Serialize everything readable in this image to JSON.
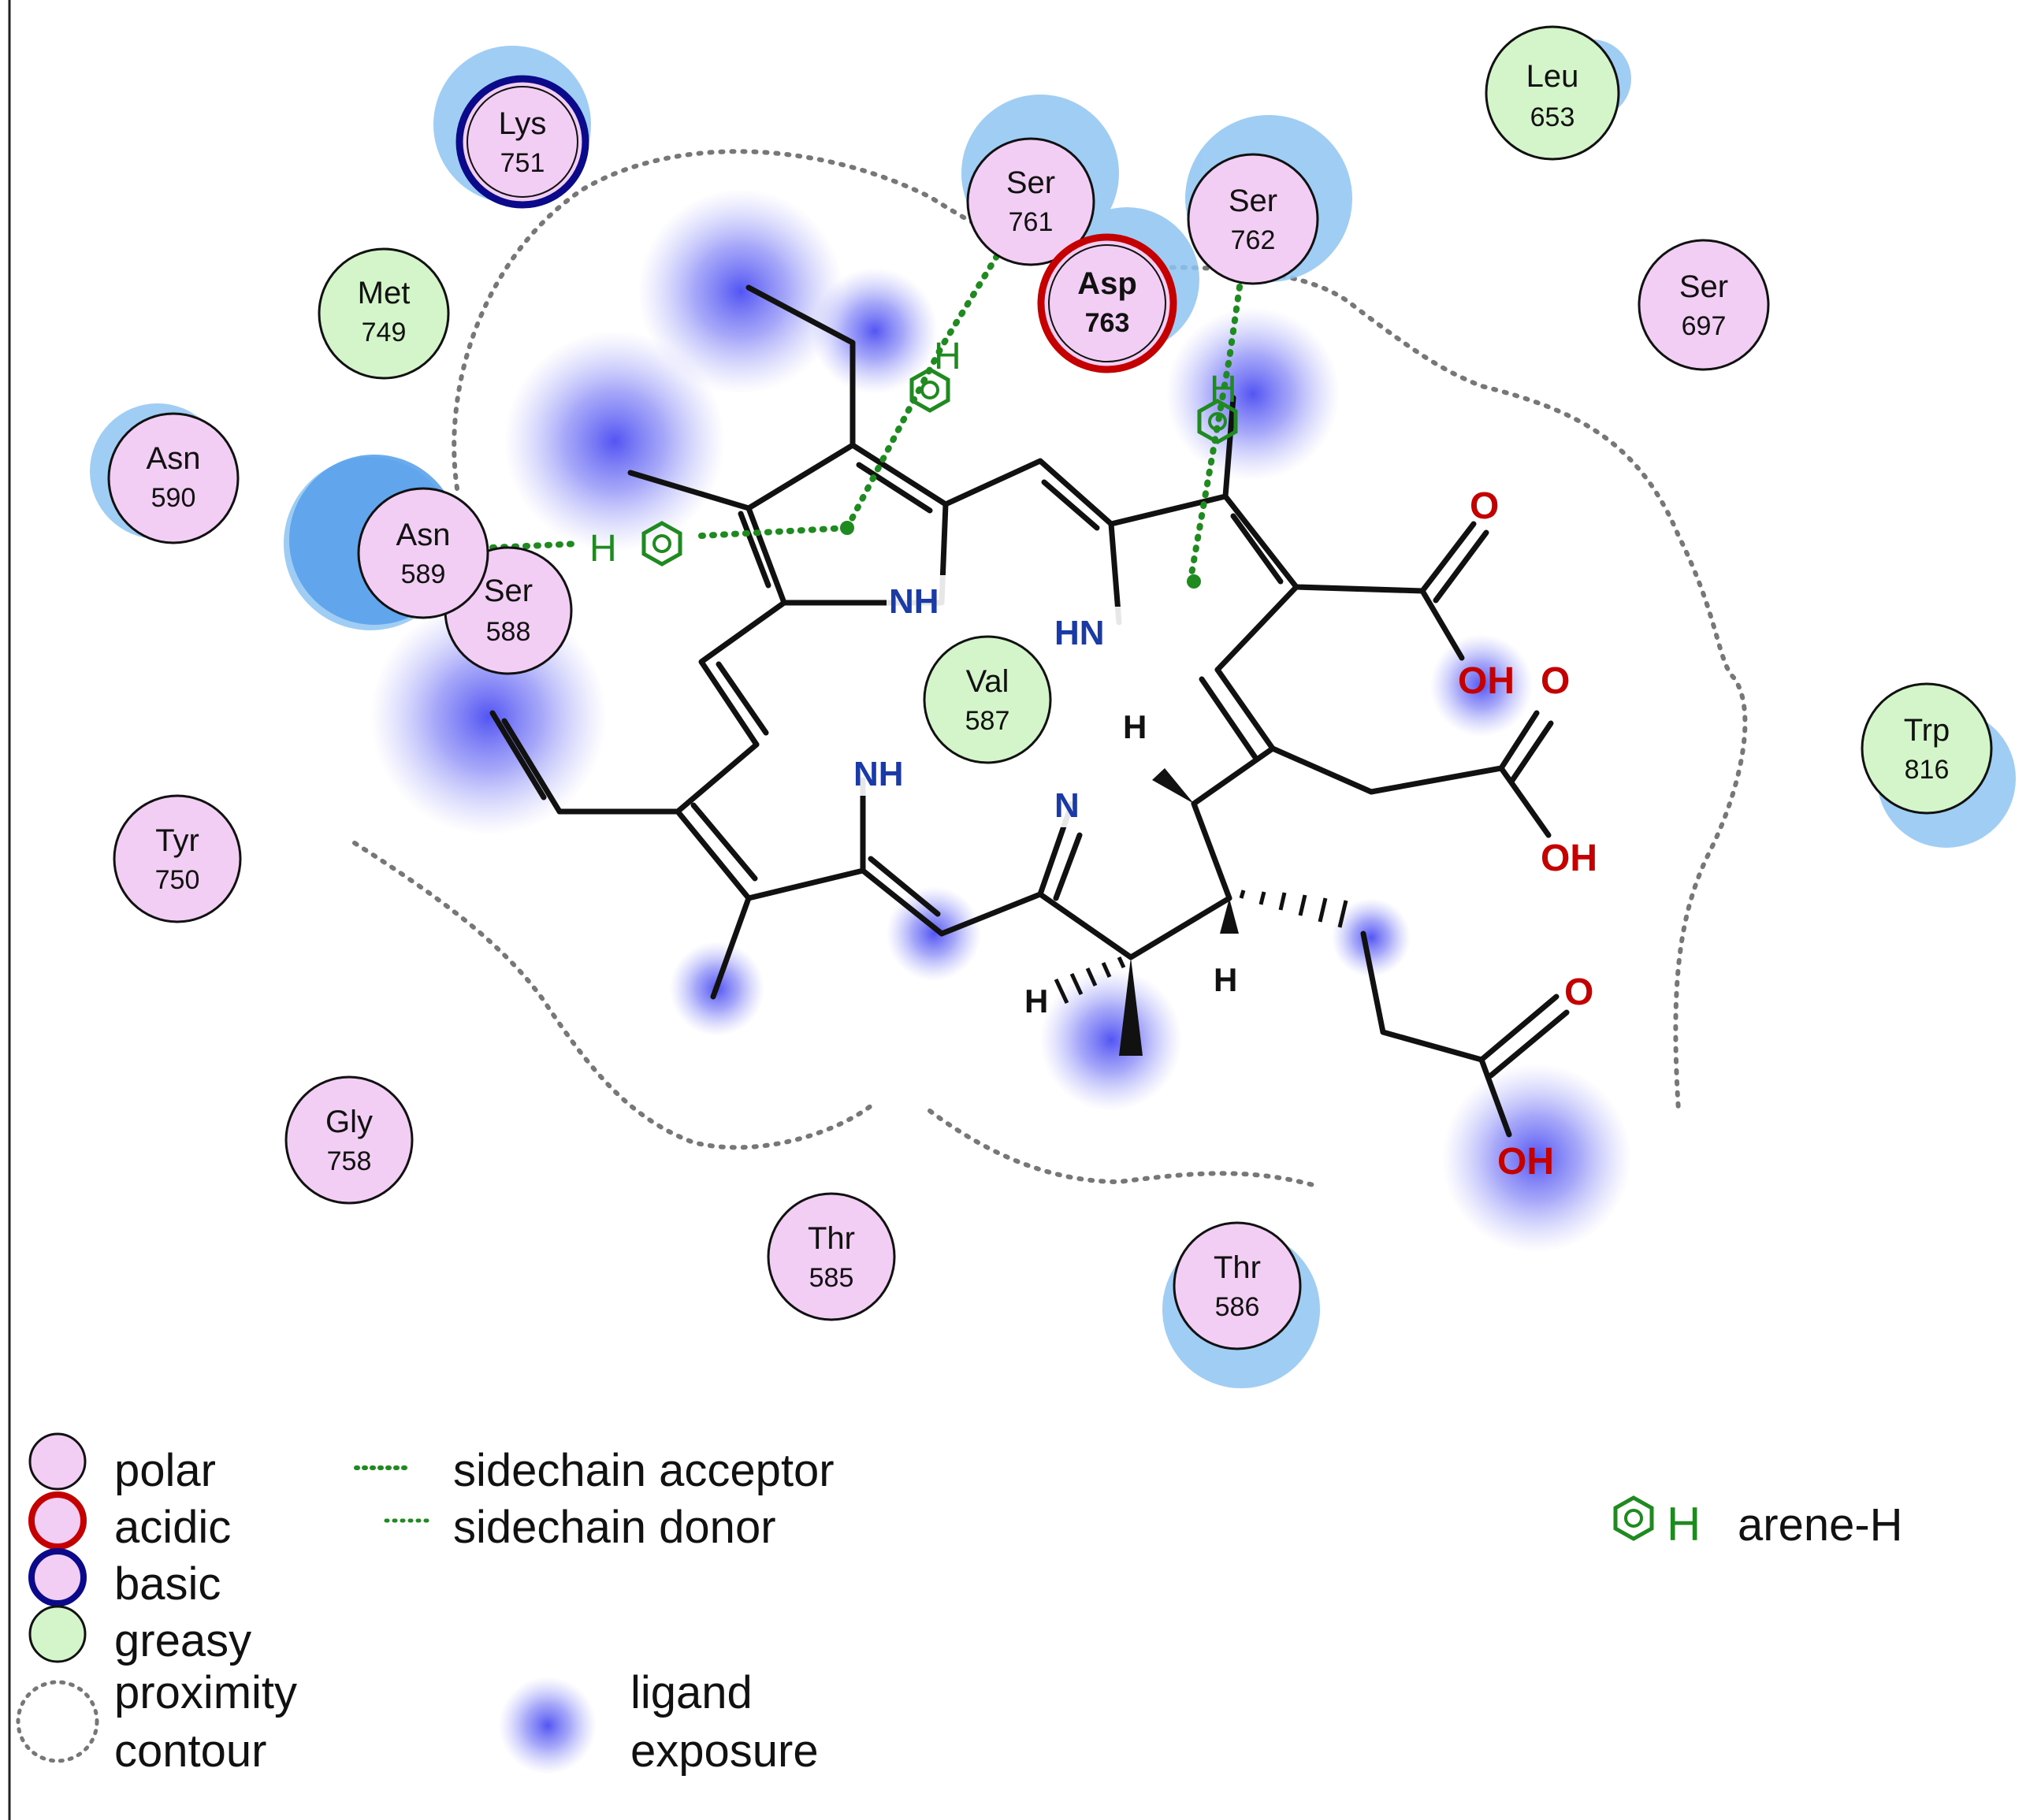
{
  "residues": {
    "lys751": {
      "name": "Lys",
      "num": "751"
    },
    "met749": {
      "name": "Met",
      "num": "749"
    },
    "asn590": {
      "name": "Asn",
      "num": "590"
    },
    "asn589": {
      "name": "Asn",
      "num": "589"
    },
    "ser588": {
      "name": "Ser",
      "num": "588"
    },
    "tyr750": {
      "name": "Tyr",
      "num": "750"
    },
    "gly758": {
      "name": "Gly",
      "num": "758"
    },
    "thr585": {
      "name": "Thr",
      "num": "585"
    },
    "thr586": {
      "name": "Thr",
      "num": "586"
    },
    "val587": {
      "name": "Val",
      "num": "587"
    },
    "ser761": {
      "name": "Ser",
      "num": "761"
    },
    "asp763": {
      "name": "Asp",
      "num": "763"
    },
    "ser762": {
      "name": "Ser",
      "num": "762"
    },
    "leu653": {
      "name": "Leu",
      "num": "653"
    },
    "ser697": {
      "name": "Ser",
      "num": "697"
    },
    "trp816": {
      "name": "Trp",
      "num": "816"
    }
  },
  "atoms": {
    "nh_top": "NH",
    "hn_right": "HN",
    "nh_bottom": "NH",
    "n_bottom": "N",
    "h_stereo_1": "H",
    "h_stereo_2": "H",
    "h_stereo_3": "H",
    "o1": "O",
    "oh1": "OH",
    "o2": "O",
    "oh2": "OH",
    "o3": "O",
    "oh3": "OH"
  },
  "interactions": {
    "h_label": "H"
  },
  "legend": {
    "polar": "polar",
    "acidic": "acidic",
    "basic": "basic",
    "greasy": "greasy",
    "proximity_1": "proximity",
    "proximity_2": "contour",
    "sidechain_acceptor": "sidechain acceptor",
    "sidechain_donor": "sidechain donor",
    "ligand_1": "ligand",
    "ligand_2": "exposure",
    "arene_h": "arene-H",
    "arene_h_symbol": "H"
  },
  "colors": {
    "polar_fill": "#f2cdf4",
    "greasy_fill": "#d3f5c9",
    "acidic_ring": "#c40000",
    "basic_ring": "#0a0a8a",
    "interaction_green": "#1f8a1f",
    "ligand_exposure": "#5a5cf0",
    "receptor_exposure": "#8ec4f2",
    "nitrogen": "#1a3aa8",
    "oxygen": "#c40000"
  }
}
